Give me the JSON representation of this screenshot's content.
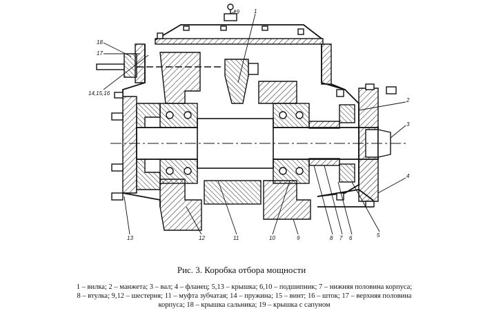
{
  "figure": {
    "caption": "Рис. 3. Коробка отбора мощности",
    "legend_lines": [
      "1 – вилка; 2 – манжета; 3 – вал; 4 – фланец; 5,13 – крышка; 6,10 – подшипник; 7 – нижняя половина корпуса;",
      "8 – втулка; 9,12 – шестерня; 11 – муфта зубчатая; 14 – пружина; 15 – винт; 16 – шток; 17 – верхняя половина",
      "корпуса; 18 – крышка сальника; 19 – крышка с сапуном"
    ],
    "callouts": {
      "c1": "1",
      "c2": "2",
      "c3": "3",
      "c4": "4",
      "c5": "5",
      "c6": "6",
      "c7": "7",
      "c8": "8",
      "c9": "9",
      "c10": "10",
      "c11": "11",
      "c12": "12",
      "c13": "13",
      "c14": "14,15,16",
      "c17": "17",
      "c18": "18",
      "c19": "19"
    }
  }
}
